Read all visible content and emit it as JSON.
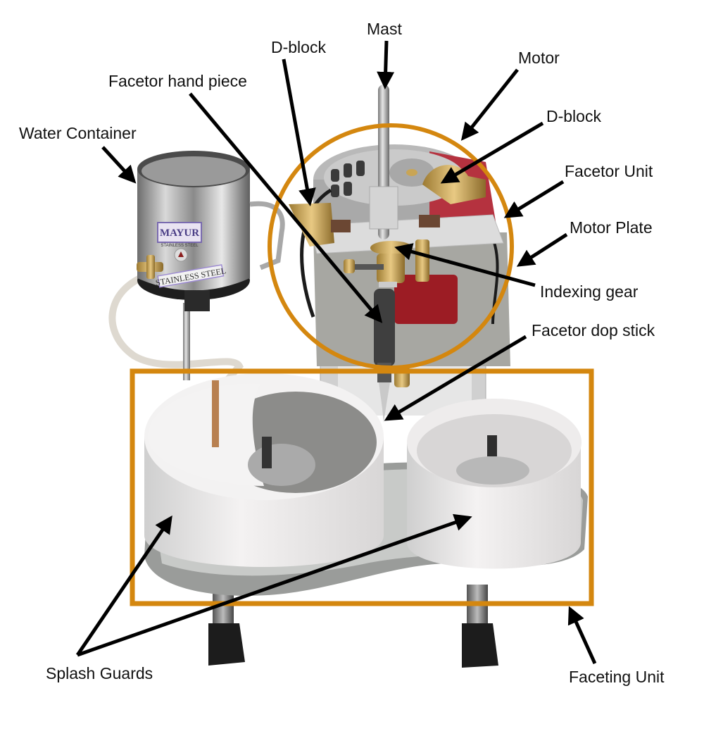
{
  "diagram": {
    "subject": "Faceting machine",
    "highlight_color": "#D4870F",
    "labels": {
      "mast": "Mast",
      "d_block_left": "D-block",
      "motor": "Motor",
      "facetor_hand_piece": "Facetor hand piece",
      "d_block_right": "D-block",
      "water_container": "Water Container",
      "facetor_unit": "Facetor Unit",
      "motor_plate": "Motor Plate",
      "indexing_gear": "Indexing gear",
      "facetor_dop_stick": "Facetor dop stick",
      "splash_guards": "Splash Guards",
      "faceting_unit": "Faceting Unit"
    },
    "container_branding": {
      "brand": "MAYUR",
      "sub": "STAINLESS STEEL",
      "band": "STAINLESS STEEL"
    },
    "regions": {
      "facetor_unit_circle": "Facetor Unit (circled)",
      "faceting_unit_box": "Faceting Unit (boxed)"
    }
  }
}
